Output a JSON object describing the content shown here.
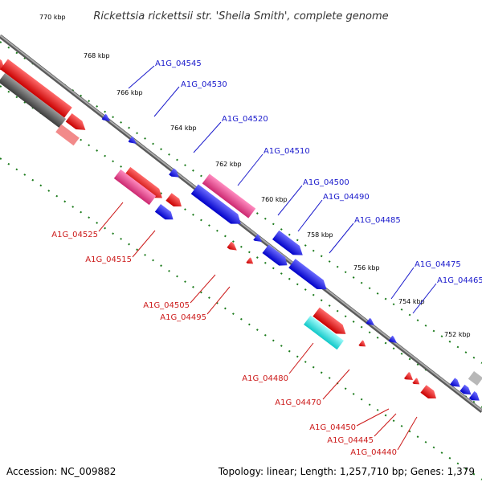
{
  "title": "Rickettsia rickettsii str. 'Sheila Smith', complete genome",
  "ruler": {
    "ticks": [
      "770 kbp",
      "768 kbp",
      "766 kbp",
      "764 kbp",
      "762 kbp",
      "760 kbp",
      "758 kbp",
      "756 kbp",
      "754 kbp",
      "752 kbp"
    ]
  },
  "genes_forward_labels": [
    "A1G_04545",
    "A1G_04530",
    "A1G_04520",
    "A1G_04510",
    "A1G_04500",
    "A1G_04490",
    "A1G_04485",
    "A1G_04475",
    "A1G_04465"
  ],
  "genes_reverse_labels": [
    "A1G_04525",
    "A1G_04515",
    "A1G_04505",
    "A1G_04495",
    "A1G_04480",
    "A1G_04470",
    "A1G_04450",
    "A1G_04445",
    "A1G_04440"
  ],
  "colors": {
    "forward_label": "#1a1acc",
    "reverse_label": "#cc1a1a",
    "backbone": "#808080",
    "tick": "#1a7a1a",
    "blue_feature": "#1f1fdd",
    "red_feature": "#e01010",
    "pink_feature": "#e0508a",
    "cyan_feature": "#22dddd",
    "gray_feature": "#606060"
  },
  "footer": {
    "accession": "Accession: NC_009882",
    "topology": "Topology: linear; Length: 1,257,710 bp; Genes: 1,379"
  }
}
